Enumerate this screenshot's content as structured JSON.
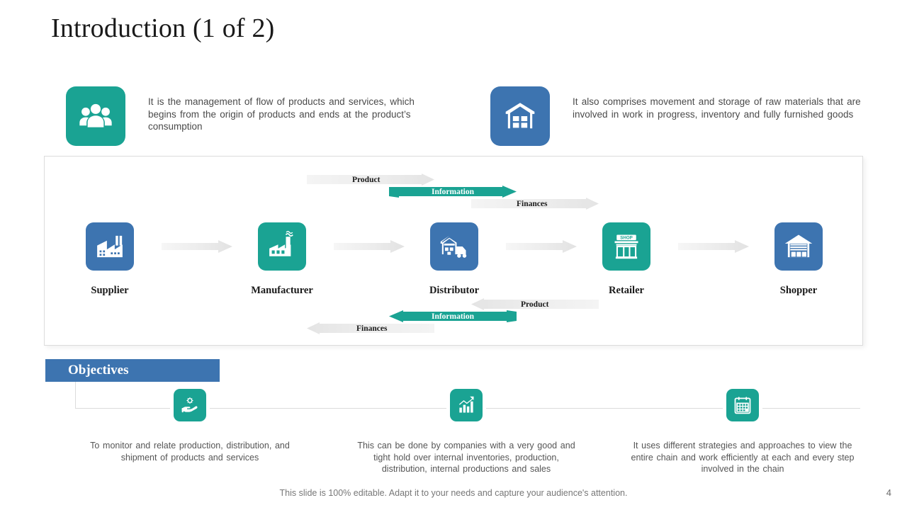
{
  "slide": {
    "title": "Introduction (1 of 2)",
    "page_number": "4",
    "footer_note": "This slide is 100% editable. Adapt it to your needs and capture your audience's attention."
  },
  "colors": {
    "teal": "#1AA393",
    "blue": "#3D74B0",
    "arrow_grey": "#ECECEC",
    "text_grey": "#555555"
  },
  "intro_cards": [
    {
      "icon": "people-group-icon",
      "color": "teal",
      "text": "It is the management of flow of products and services, which begins from the origin of products and ends at the product’s consumption"
    },
    {
      "icon": "warehouse-icon",
      "color": "blue",
      "text": "It also comprises movement and storage of raw materials that are involved in work in progress, inventory and fully furnished goods"
    }
  ],
  "diagram": {
    "flows_top": [
      {
        "label": "Product",
        "direction": "right",
        "style": "grey"
      },
      {
        "label": "Information",
        "direction": "right",
        "style": "teal"
      },
      {
        "label": "Finances",
        "direction": "right",
        "style": "grey"
      }
    ],
    "flows_bottom": [
      {
        "label": "Product",
        "direction": "left",
        "style": "grey"
      },
      {
        "label": "Information",
        "direction": "left",
        "style": "teal"
      },
      {
        "label": "Finances",
        "direction": "left",
        "style": "grey"
      }
    ],
    "nodes": [
      {
        "label": "Supplier",
        "icon": "factory-icon",
        "color": "blue"
      },
      {
        "label": "Manufacturer",
        "icon": "factory-smoke-icon",
        "color": "teal"
      },
      {
        "label": "Distributor",
        "icon": "warehouse-truck-icon",
        "color": "blue"
      },
      {
        "label": "Retailer",
        "icon": "shop-storefront-icon",
        "color": "teal"
      },
      {
        "label": "Shopper",
        "icon": "warehouse-garage-icon",
        "color": "blue"
      }
    ],
    "shop_sign_text": "SHOP"
  },
  "objectives": {
    "heading": "Objectives",
    "items": [
      {
        "icon": "gear-in-hand-icon",
        "text": "To monitor and relate production, distribution, and shipment of products and services"
      },
      {
        "icon": "bar-chart-icon",
        "text": "This can be done by companies with a very good and tight hold over internal inventories, production, distribution, internal productions and sales"
      },
      {
        "icon": "calendar-icon",
        "text": "It uses different strategies and approaches to view the entire chain and work efficiently at each and every step involved in the chain"
      }
    ]
  }
}
